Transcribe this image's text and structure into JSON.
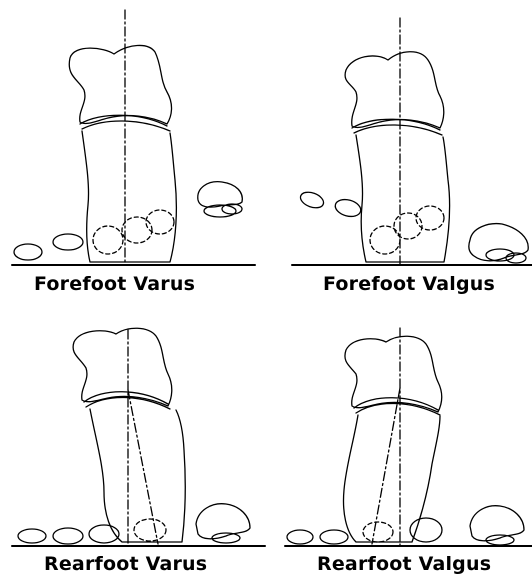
{
  "panels": [
    {
      "key": "forefoot_varus",
      "caption": "Forefoot Varus"
    },
    {
      "key": "forefoot_valgus",
      "caption": "Forefoot Valgus"
    },
    {
      "key": "rearfoot_varus",
      "caption": "Rearfoot Varus"
    },
    {
      "key": "rearfoot_valgus",
      "caption": "Rearfoot Valgus"
    }
  ],
  "colors": {
    "background": "#ffffff",
    "line": "#000000"
  }
}
